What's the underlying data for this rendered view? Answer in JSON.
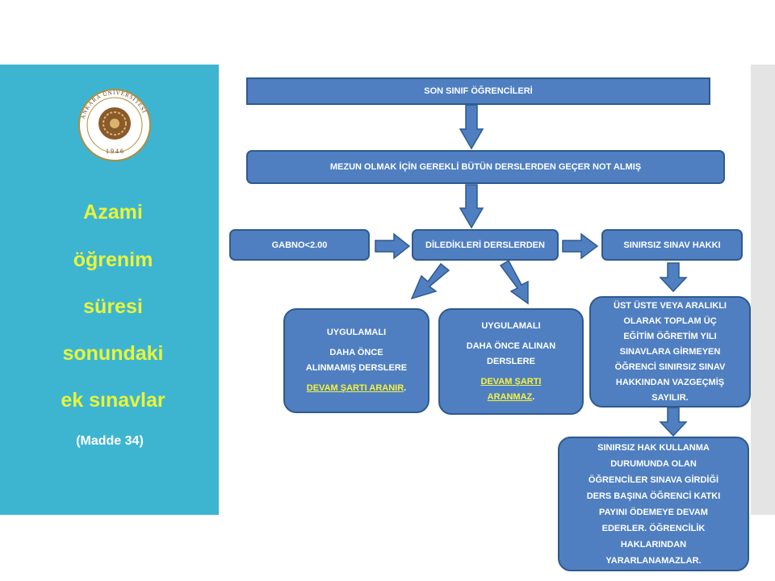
{
  "left_panel": {
    "title_lines": [
      "Azami",
      "öğrenim",
      "süresi",
      "sonundaki",
      "ek sınavlar"
    ],
    "subtitle": "(Madde  34)",
    "logo": {
      "ring_text": "ANKARA ÜNİVERSİTESİ",
      "year": "1 9 4 6"
    }
  },
  "flow": {
    "son_sinif": "SON SINIF ÖĞRENCİLERİ",
    "mezun": "MEZUN OLMAK İÇİN GEREKLİ BÜTÜN DERSLERDEN  GEÇER NOT ALMIŞ",
    "gabno": "GABNO<2.00",
    "diledikleri": "DİLEDİKLERİ DERSLERDEN",
    "sinirsiz": "SINIRSIZ SINAV HAKKI",
    "box_left": {
      "l1": "UYGULAMALI",
      "l2": "DAHA ÖNCE",
      "l3": "ALINMAMIŞ DERSLERE",
      "cond": "DEVAM ŞARTI ARANIR",
      "end": "."
    },
    "box_mid": {
      "l1": "UYGULAMALI",
      "l2": "DAHA ÖNCE ALINAN",
      "l3": "DERSLERE",
      "cond1": "DEVAM ŞARTI",
      "cond2": "ARANMAZ",
      "end": "."
    },
    "box_right": [
      "ÜST ÜSTE VEYA ARALIKLI",
      "OLARAK TOPLAM ÜÇ",
      "EĞİTİM ÖĞRETİM YILI",
      "SINAVLARA GİRMEYEN",
      "ÖĞRENCİ SINIRSIZ SINAV",
      "HAKKINDAN VAZGEÇMİŞ",
      "SAYILIR."
    ],
    "box_bottom": [
      "SINIRSIZ HAK KULLANMA",
      "DURUMUNDA OLAN",
      "ÖĞRENCİLER SINAVA GİRDİĞİ",
      "DERS BAŞINA ÖĞRENCİ KATKI",
      "PAYINI ÖDEMEYE DEVAM",
      "EDERLER.  ÖĞRENCİLİK",
      "HAKLARINDAN",
      "YARARLANAMAZLAR."
    ]
  },
  "colors": {
    "panel": "#3DB5D1",
    "title": "#E8F43A",
    "box": "#4F7FC0",
    "box_border": "#2E5A8E",
    "highlight": "#F6F240"
  }
}
